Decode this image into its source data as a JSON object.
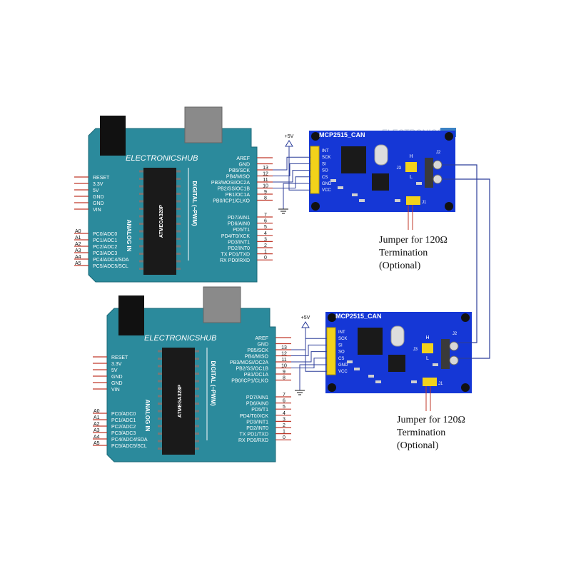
{
  "colors": {
    "board": "#2b8a9c",
    "board_edge": "#1e6a78",
    "module": "#1537d6",
    "wire_red": "#c0392b",
    "wire_blue": "#2c3e9a",
    "connector": "#f2d21b",
    "chip": "#1a1a1a"
  },
  "watermark": {
    "left": "ELECTRONICS",
    "right": "HUB"
  },
  "arduino": {
    "brand": "ELECTRONICSHUB",
    "mcu": "ATMEGA328P",
    "analog_title": "ANALOG IN",
    "digital_title": "DIGITAL (~PWM)",
    "power_pins": [
      "RESET",
      "3.3V",
      "5V",
      "GND",
      "GND",
      "VIN"
    ],
    "analog_pins": [
      {
        "label": "A0",
        "func": "PC0/ADC0"
      },
      {
        "label": "A1",
        "func": "PC1/ADC1"
      },
      {
        "label": "A2",
        "func": "PC2/ADC2"
      },
      {
        "label": "A3",
        "func": "PC3/ADC3"
      },
      {
        "label": "A4",
        "func": "PC4/ADC4/SDA"
      },
      {
        "label": "A5",
        "func": "PC5/ADC5/SCL"
      }
    ],
    "digital_upper": [
      {
        "func": "AREF",
        "num": ""
      },
      {
        "func": "GND",
        "num": ""
      },
      {
        "func": "PB5/SCK",
        "num": "13"
      },
      {
        "func": "PB4/MISO",
        "num": "12"
      },
      {
        "func": "PB3/MOSI/OC2A",
        "num": "11"
      },
      {
        "func": "PB2/SS/OC1B",
        "num": "10"
      },
      {
        "func": "PB1/OC1A",
        "num": "9"
      },
      {
        "func": "PB0/ICP1/CLKO",
        "num": "8"
      }
    ],
    "digital_lower": [
      {
        "func": "PD7/AIN1",
        "num": "7"
      },
      {
        "func": "PD6/AIN0",
        "num": "6"
      },
      {
        "func": "PD5/T1",
        "num": "5"
      },
      {
        "func": "PD4/T0/XCK",
        "num": "4"
      },
      {
        "func": "PD3/INT1",
        "num": "3"
      },
      {
        "func": "PD2/INT0",
        "num": "2"
      },
      {
        "func": "TX PD1/TXD",
        "num": "1"
      },
      {
        "func": "RX PD0/RXD",
        "num": "0"
      }
    ]
  },
  "module": {
    "title": "MCP2515_CAN",
    "pins": [
      "INT",
      "SCK",
      "SI",
      "SO",
      "CS",
      "GND",
      "VCC"
    ],
    "j1": "J1",
    "j2": "J2",
    "j3": "J3",
    "h": "H",
    "l": "L"
  },
  "supply": "+5V",
  "jumper_note": {
    "line1": "Jumper for 120Ω",
    "line2": "Termination",
    "line3": "(Optional)"
  }
}
